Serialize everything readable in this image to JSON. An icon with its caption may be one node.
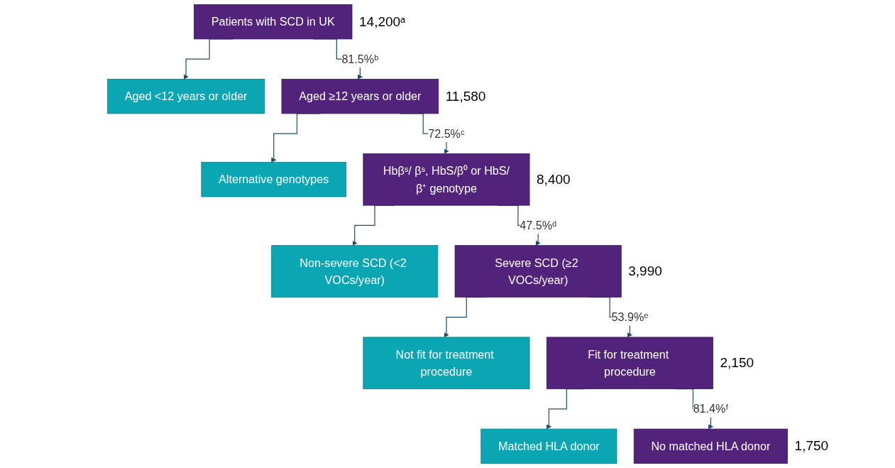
{
  "diagram": {
    "nodes": [
      {
        "text": [
          "Patients with SCD in UK"
        ],
        "beside": [
          "14,200ᵃ"
        ]
      },
      {
        "text": [
          "Aged <12 years or older"
        ]
      },
      {
        "text": [
          "Aged ≥12 years or older"
        ],
        "beside": [
          "11,580"
        ]
      },
      {
        "text": [
          "Alternative genotypes"
        ]
      },
      {
        "text": [
          "Hbβˢ/ βˢ, HbS/β⁰ or HbS/β⁺ genotype"
        ],
        "beside": [
          "8,400"
        ]
      },
      {
        "text": [
          "Non-severe SCD (<2 VOCs/year)"
        ]
      },
      {
        "text": [
          "Severe SCD (≥2 VOCs/year)"
        ],
        "beside": [
          "3,990"
        ]
      },
      {
        "text": [
          "Not fit for treatment procedure"
        ]
      },
      {
        "text": [
          "Fit for treatment procedure"
        ],
        "beside": [
          "2,150"
        ]
      },
      {
        "text": [
          "Matched HLA donor"
        ]
      },
      {
        "text": [
          "No matched HLA donor"
        ],
        "beside": [
          "1,750"
        ]
      }
    ],
    "edges": [
      {
        "from": 0,
        "to": 1,
        "arrow": "to"
      },
      {
        "from": 0,
        "to": 2,
        "arrow": "to",
        "label": "81.5%ᵇ"
      },
      {
        "from": 2,
        "to": 3,
        "arrow": "to"
      },
      {
        "from": 2,
        "to": 4,
        "arrow": "to",
        "label": "72.5%ᶜ"
      },
      {
        "from": 4,
        "to": 5,
        "arrow": "to"
      },
      {
        "from": 4,
        "to": 6,
        "arrow": "to",
        "label": "47.5%ᵈ"
      },
      {
        "from": 6,
        "to": 7,
        "arrow": "to"
      },
      {
        "from": 6,
        "to": 8,
        "arrow": "to",
        "label": "53.9%ᵉ"
      },
      {
        "from": 8,
        "to": 9,
        "arrow": "to"
      },
      {
        "from": 8,
        "to": 10,
        "arrow": "to",
        "label": "81.4%ᶠ"
      }
    ]
  }
}
